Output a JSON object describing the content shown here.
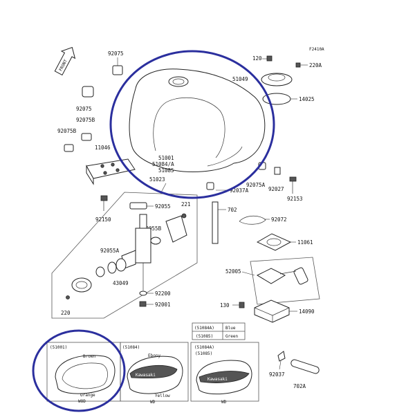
{
  "diagram": {
    "figure_code": "F2410A",
    "front_label": "FRONT",
    "parts": {
      "p92075_top": "92075",
      "p92075_mid": "92075",
      "p92075B_mid": "92075B",
      "p92075B_left": "92075B",
      "p11046": "11046",
      "p92150": "92150",
      "tank_line1": "51001",
      "tank_line2": "51084/A",
      "tank_line3": "51085",
      "p51023": "51023",
      "p92037A": "92037A",
      "p92075A": "92075A",
      "p92027": "92027",
      "p92153": "92153",
      "p120": "120",
      "p220A": "220A",
      "p51049": "51049",
      "p14025": "14025",
      "p221": "221",
      "p92055": "92055",
      "p92055B": "92055B",
      "p92055A": "92055A",
      "p43049": "43049",
      "p92200": "92200",
      "p92001": "92001",
      "p220": "220",
      "p702": "702",
      "p92072": "92072",
      "p11061": "11061",
      "p52005": "52005",
      "p130": "130",
      "p14090": "14090",
      "p92037": "92037",
      "p702A": "702A"
    },
    "color_table": {
      "row1_code": "(51084A)",
      "row1_color": "Blue",
      "row2_code": "(51085)",
      "row2_color": "Green"
    },
    "variants": [
      {
        "code": "(51001)",
        "color_top": "Brown",
        "color_bottom": "Orange",
        "tag": "WOD"
      },
      {
        "code": "(51084)",
        "color_top": "Ebony",
        "color_bottom": "Yellow",
        "tag": "WD"
      },
      {
        "code_line1": "(51084A)",
        "code_line2": "(51085)",
        "tag": "WD"
      }
    ],
    "brand_text": "Kawasaki"
  }
}
